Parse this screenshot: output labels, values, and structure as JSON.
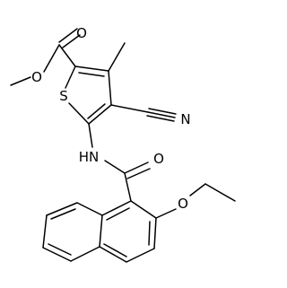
{
  "structure": {
    "kind": "skeletal-formula",
    "atom_labels": {
      "ester_o_carbonyl": "O",
      "ester_o_ether": "O",
      "sulfur": "S",
      "nitrile_n": "N",
      "amide_nh": "HN",
      "amide_o": "O",
      "ethoxy_o": "O"
    },
    "colors": {
      "bond": "#000000",
      "text": "#000000",
      "background": "#ffffff"
    }
  }
}
